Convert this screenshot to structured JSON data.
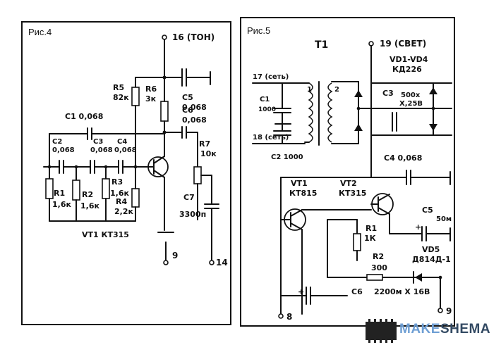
{
  "watermark": {
    "prefix": "MAKE",
    "suffix": "SHEMA",
    "prefix_color": "#6f9fd4",
    "suffix_color": "#334a63"
  },
  "fig4": {
    "title": "Рис.4",
    "labels": {
      "out_ton": "16 (ТОН)",
      "r5": "R5",
      "r5v": "82к",
      "r6": "R6",
      "r6v": "3к",
      "c5": "C5",
      "c5v": "0,068",
      "c6": "C6",
      "c6v": "0,068",
      "c1": "C1  0,068",
      "c2": "C2",
      "c2v": "0,068",
      "c3": "C3",
      "c3v": "0,068",
      "c4": "C4",
      "c4v": "0,068",
      "r7": "R7",
      "r7v": "10к",
      "c7": "C7",
      "c7v": "3300п",
      "r1": "R1",
      "r1v": "1,6к",
      "r2": "R2",
      "r2v": "1,6к",
      "r3": "R3",
      "r3v": "1,6к",
      "r4": "R4",
      "r4v": "2,2к",
      "vt": "VT1  КТ315",
      "t9": "9",
      "t14": "14"
    }
  },
  "fig5": {
    "title": "Рис.5",
    "labels": {
      "t1": "T1",
      "out_svet": "19 (СВЕТ)",
      "in17": "17 (сеть)",
      "in18": "18 (сеть)",
      "c1": "C1",
      "c1v": "1000",
      "c2": "C2 1000",
      "w1": "1",
      "w2": "2",
      "vd": "VD1-VD4",
      "vdv": "КД226",
      "c3": "C3",
      "c3v": "500х",
      "c3v2": "Х,25В",
      "c4": "C4  0,068",
      "vt1": "VT1",
      "vt1v": "КТ815",
      "vt2": "VT2",
      "vt2v": "КТ315",
      "c5": "C5",
      "c5v": "50м",
      "r1": "R1",
      "r1v": "1К",
      "r2": "R2",
      "r2v": "300",
      "vd5": "VD5",
      "vd5v": "Д814Д-1",
      "c6": "C6",
      "c6v": "2200м Х 16В",
      "t8": "8",
      "t9": "9"
    }
  }
}
